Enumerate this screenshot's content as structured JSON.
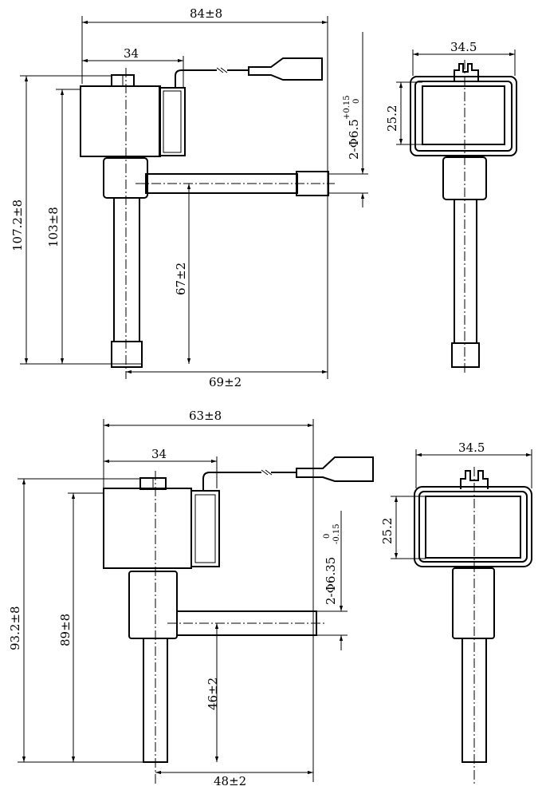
{
  "top_view": {
    "overall_width": "84±8",
    "coil_width": "34",
    "overall_height": "107.2±8",
    "coil_height": "103±8",
    "outlet_height": "67±2",
    "outlet_length": "69±2",
    "tube_dia": "2-Φ6.5",
    "tol_upper": "+0.15",
    "tol_lower": "0",
    "side_width": "34.5",
    "side_height": "25.2"
  },
  "bottom_view": {
    "overall_width": "63±8",
    "coil_width": "34",
    "overall_height": "93.2±8",
    "coil_height": "89±8",
    "outlet_height": "46±2",
    "outlet_length": "48±2",
    "tube_dia": "2-Φ6.35",
    "tol_upper": "0",
    "tol_lower": "-0.15",
    "side_width": "34.5",
    "side_height": "25.2"
  }
}
